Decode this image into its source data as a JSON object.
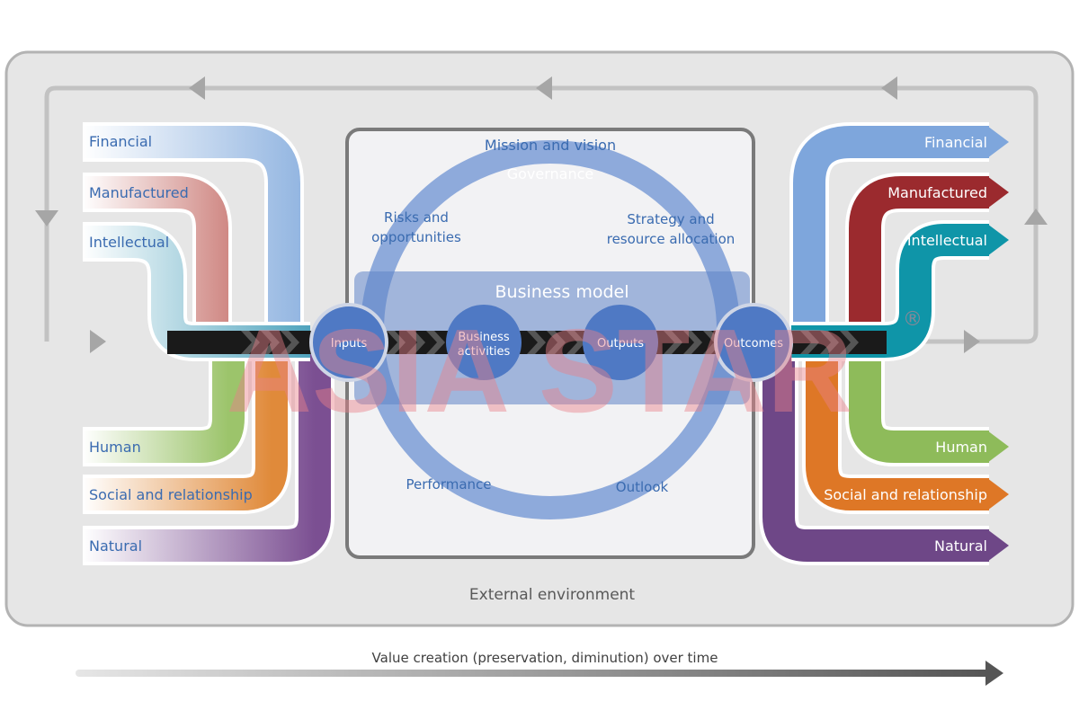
{
  "diagram": {
    "inputs": [
      {
        "label": "Financial",
        "color": "#8fb3e0"
      },
      {
        "label": "Manufactured",
        "color": "#b5463f"
      },
      {
        "label": "Intellectual",
        "color": "#4fa3bd"
      },
      {
        "label": "Human",
        "color": "#9cc46b"
      },
      {
        "label": "Social and relationship",
        "color": "#e08a3a"
      },
      {
        "label": "Natural",
        "color": "#7b4f92"
      }
    ],
    "outcomes": [
      {
        "label": "Financial",
        "color": "#7ea6dc"
      },
      {
        "label": "Manufactured",
        "color": "#9b2a2e"
      },
      {
        "label": "Intellectual",
        "color": "#0f95a8"
      },
      {
        "label": "Human",
        "color": "#8ebb5a"
      },
      {
        "label": "Social and relationship",
        "color": "#de7726"
      },
      {
        "label": "Natural",
        "color": "#6e4787"
      }
    ],
    "circle_labels": {
      "mission": "Mission and vision",
      "governance": "Governance",
      "risks": [
        "Risks and",
        "opportunities"
      ],
      "strategy": [
        "Strategy and",
        "resource allocation"
      ],
      "performance": "Performance",
      "outlook": "Outlook"
    },
    "business_model": "Business model",
    "nodes": {
      "inputs": "Inputs",
      "activities": [
        "Business",
        "activities"
      ],
      "outputs": "Outputs",
      "outcomes": "Outcomes"
    },
    "external_environment": "External environment",
    "timeline": "Value creation (preservation, diminution) over time",
    "watermark": "ASIA STAR",
    "colors": {
      "frame_fill": "#e6e6e6",
      "frame_stroke": "#b3b3b3",
      "ring": "#8eaadb",
      "band": "#5f83c7",
      "node": "#4f79c4",
      "label_text": "#3a6bb0",
      "watermark": "#e8808a"
    }
  }
}
